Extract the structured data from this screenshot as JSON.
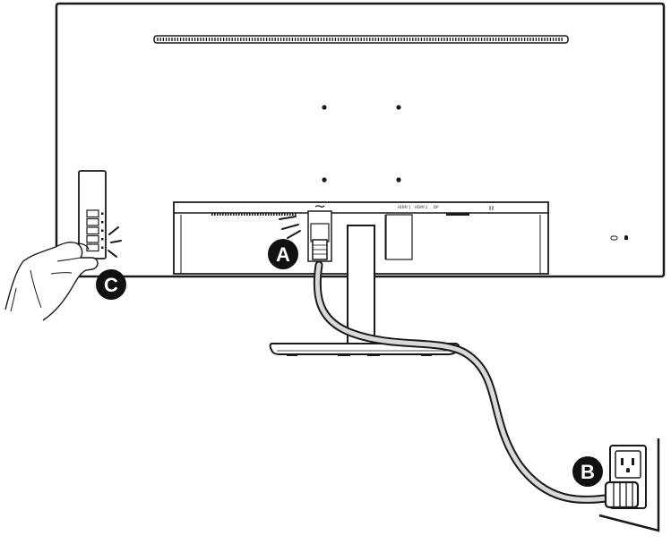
{
  "callouts": {
    "a": "A",
    "b": "B",
    "c": "C"
  },
  "rear_ports": {
    "hdmi1": "HDMI 1",
    "hdmi2": "HDMI 2",
    "dp": "DP"
  },
  "colors": {
    "outline": "#1a1a1a",
    "callout_fill": "#111111",
    "cable_fill": "#d9d9d9",
    "background": "#ffffff"
  },
  "icons": {
    "logo": "msi-dragon-logo-icon",
    "lock": "kensington-lock-icon",
    "power_button": "power-button-icon",
    "hand": "hand-icon",
    "outlet": "wall-outlet-icon",
    "plug": "power-plug-icon"
  }
}
